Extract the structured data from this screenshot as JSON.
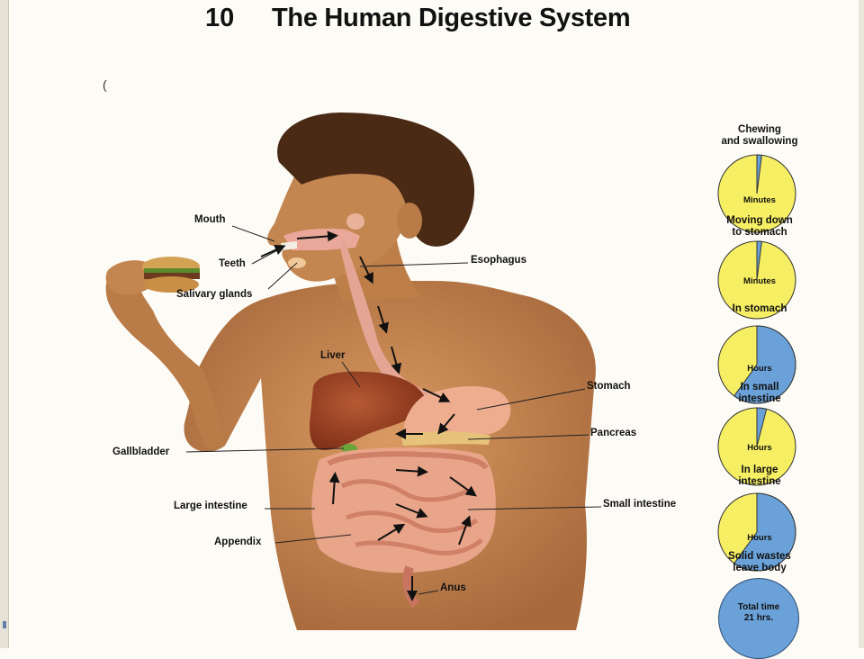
{
  "header": {
    "number": "10",
    "title": "The Human Digestive System"
  },
  "margin_mark": "(",
  "labels": {
    "mouth": "Mouth",
    "teeth": "Teeth",
    "salivary_glands": "Salivary glands",
    "esophagus": "Esophagus",
    "liver": "Liver",
    "stomach": "Stomach",
    "pancreas": "Pancreas",
    "gallbladder": "Gallbladder",
    "large_intestine": "Large intestine",
    "small_intestine": "Small intestine",
    "appendix": "Appendix",
    "anus": "Anus"
  },
  "timeline": {
    "stages": [
      {
        "caption_lines": [
          "Chewing",
          "and swallowing"
        ],
        "unit": "Minutes",
        "fraction": 0.02
      },
      {
        "caption_lines": [
          "Moving down",
          "to stomach"
        ],
        "unit": "Minutes",
        "fraction": 0.02
      },
      {
        "caption_lines": [
          "In stomach"
        ],
        "unit": "Hours",
        "fraction": 0.6
      },
      {
        "caption_lines": [
          "In small",
          "intestine"
        ],
        "unit": "Hours",
        "fraction": 0.04
      },
      {
        "caption_lines": [
          "In large",
          "intestine"
        ],
        "unit": "Hours",
        "fraction": 0.6
      }
    ],
    "final_caption_lines": [
      "Solid wastes",
      "leave body"
    ],
    "total_lines": [
      "Total time",
      "21 hrs."
    ]
  },
  "colors": {
    "pie_filled": "#6aa1d8",
    "pie_remaining": "#f6ee63",
    "skin": "#c98a55",
    "liver": "#9b3d22",
    "intestine": "#e8a58a"
  }
}
